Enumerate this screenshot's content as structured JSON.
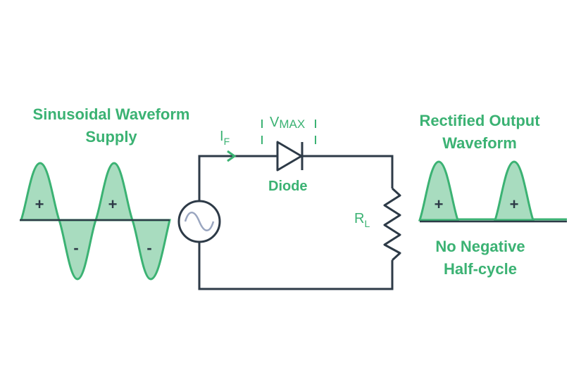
{
  "labels": {
    "supply_title_line1": "Sinusoidal Waveform",
    "supply_title_line2": "Supply",
    "output_title_line1": "Rectified Output",
    "output_title_line2": "Waveform",
    "no_negative_line1": "No Negative",
    "no_negative_line2": "Half-cycle",
    "diode": "Diode",
    "current_main": "I",
    "current_sub": "F",
    "vmax_main": "V",
    "vmax_sub": "MAX",
    "resistor_main": "R",
    "resistor_sub": "L",
    "plus": "+",
    "minus": "-"
  },
  "colors": {
    "accent": "#3bb273",
    "fill": "#a8dcbf",
    "wire": "#2d3a47",
    "sine_symbol": "#9aa6c0"
  },
  "icons": {
    "source": "ac-source-icon",
    "diode": "diode-icon",
    "resistor": "resistor-icon"
  }
}
